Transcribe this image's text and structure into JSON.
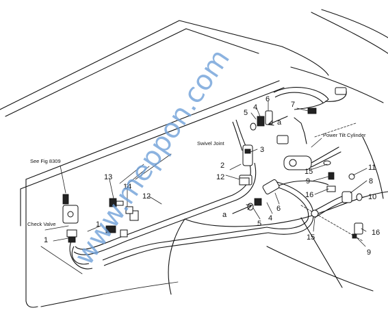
{
  "labels": {
    "see_fig": "See Fig 8309",
    "check_valve": "Check Valve",
    "swivel_joint": "Swivel Joint",
    "power_tilt_cylinder": "Power Tilt Cylinder"
  },
  "callouts": {
    "n1a": "1",
    "n1b": "1",
    "n2": "2",
    "n3": "3",
    "n4a": "4",
    "n4b": "4",
    "n5a": "5",
    "n5b": "5",
    "n6a": "6",
    "n6b": "6",
    "n7": "7",
    "n8": "8",
    "n9a": "9",
    "n9b": "9",
    "n10": "10",
    "n11": "11",
    "n12a": "12",
    "n12b": "12",
    "n13": "13",
    "n14": "14",
    "n15a": "15",
    "n15b": "15",
    "n16a": "16",
    "n16b": "16",
    "arrow_a_top": "a",
    "arrow_a_bottom": "a"
  },
  "watermark": "www.meppon.com"
}
